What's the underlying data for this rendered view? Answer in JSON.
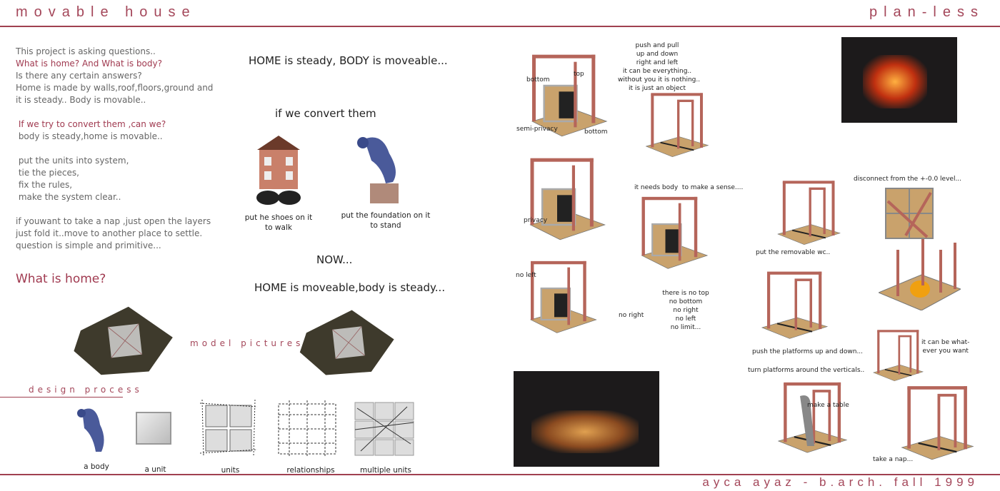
{
  "header": {
    "left_title": "movable house",
    "right_title": "plan-less"
  },
  "footer": {
    "credit": "ayca ayaz - b.arch. fall 1999"
  },
  "intro": {
    "line1": "This project is asking questions..",
    "line2": "What is home? And What is body?",
    "line3": "Is there any certain answers?",
    "line4": "Home is made by walls,roof,floors,ground and",
    "line5": "it is steady.. Body is movable..",
    "line6": " If we try to convert them ,can we?",
    "line7": " body is steady,home is movable..",
    "line8": " put the units into system,",
    "line9": " tie the pieces,",
    "line10": " fix the rules,",
    "line11": " make the system clear..",
    "line12": "if youwant to take a nap ,just open the layers",
    "line13": "just fold it..move to another place to settle.",
    "line14": "question is simple and primitive..."
  },
  "what_is_home": "What is home?",
  "center": {
    "statement1": "HOME is steady, BODY is moveable...",
    "convert": "if we convert them",
    "shoes_caption": "put he shoes on it\nto walk",
    "foundation_caption": "put the foundation on it\nto stand",
    "now": "NOW...",
    "statement2": "HOME is moveable,body is steady...",
    "model_pictures": "model pictures",
    "design_process": "design process"
  },
  "process": [
    "a body",
    "a unit",
    "units",
    "relationships",
    "multiple units"
  ],
  "annotations": {
    "bottom1": "bottom",
    "top": "top",
    "semi_privacy": "semi-privacy",
    "bottom2": "bottom",
    "push_pull": "push and pull\nup and down\nright and left\nit can be everything..\nwithout you it is nothing..\nit is just an object",
    "privacy": "privacy",
    "needs_body": "it needs body  to make a sense....",
    "no_left": "no left",
    "no_right": "no right",
    "no_top": "there is no top\nno bottom\nno right\nno left\nno limit...",
    "disconnect": "disconnect from the +-0.0 level...",
    "removable_wc": "put the removable wc..",
    "push_platforms": "push the platforms up and down...",
    "turn_platforms": "turn platforms around the verticals..",
    "whatever": "it can be what-\never you want",
    "make_table": "make a table",
    "take_nap": "take a nap..."
  },
  "colors": {
    "accent": "#a4475a",
    "post": "#b5655a",
    "wood": "#c9a26c"
  }
}
